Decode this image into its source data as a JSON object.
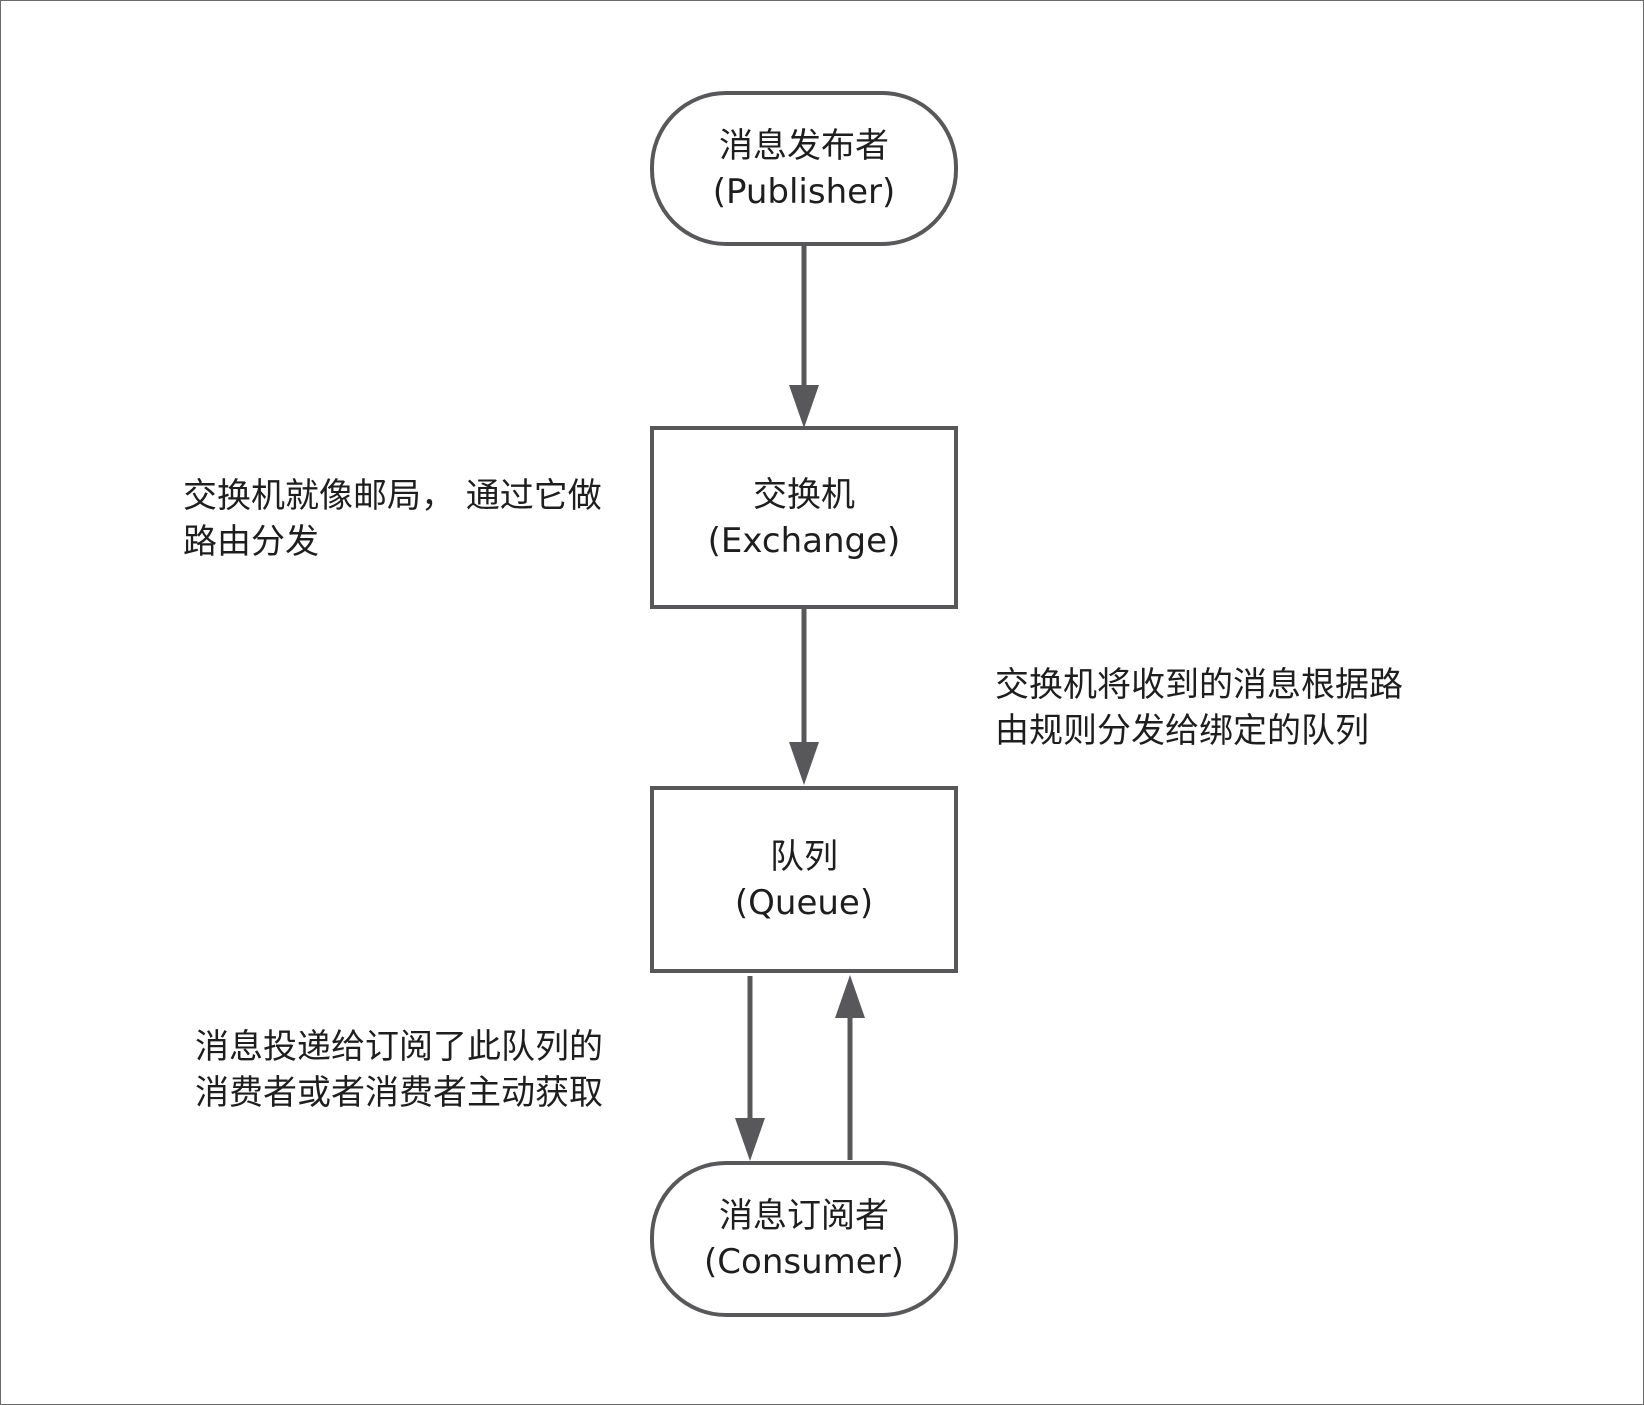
{
  "nodes": {
    "publisher": {
      "title": "消息发布者",
      "subtitle": "(Publisher)",
      "shape": "rounded"
    },
    "exchange": {
      "title": "交换机",
      "subtitle": "(Exchange)",
      "shape": "rectangle"
    },
    "queue": {
      "title": "队列",
      "subtitle": "(Queue)",
      "shape": "rectangle"
    },
    "consumer": {
      "title": "消息订阅者",
      "subtitle": "(Consumer)",
      "shape": "rounded"
    }
  },
  "annotations": {
    "exchange_note": {
      "line1": "交换机就像邮局， 通过它做",
      "line2": "路由分发"
    },
    "routing_note": {
      "line1": "交换机将收到的消息根据路",
      "line2": "由规则分发给绑定的队列"
    },
    "delivery_note": {
      "line1": "消息投递给订阅了此队列的",
      "line2": "消费者或者消费者主动获取"
    }
  },
  "edges": [
    {
      "from": "publisher",
      "to": "exchange"
    },
    {
      "from": "exchange",
      "to": "queue"
    },
    {
      "from": "queue",
      "to": "consumer"
    },
    {
      "from": "consumer",
      "to": "queue"
    }
  ],
  "colors": {
    "stroke": "#58585a",
    "text": "#1e1e1e",
    "background": "#ffffff"
  }
}
